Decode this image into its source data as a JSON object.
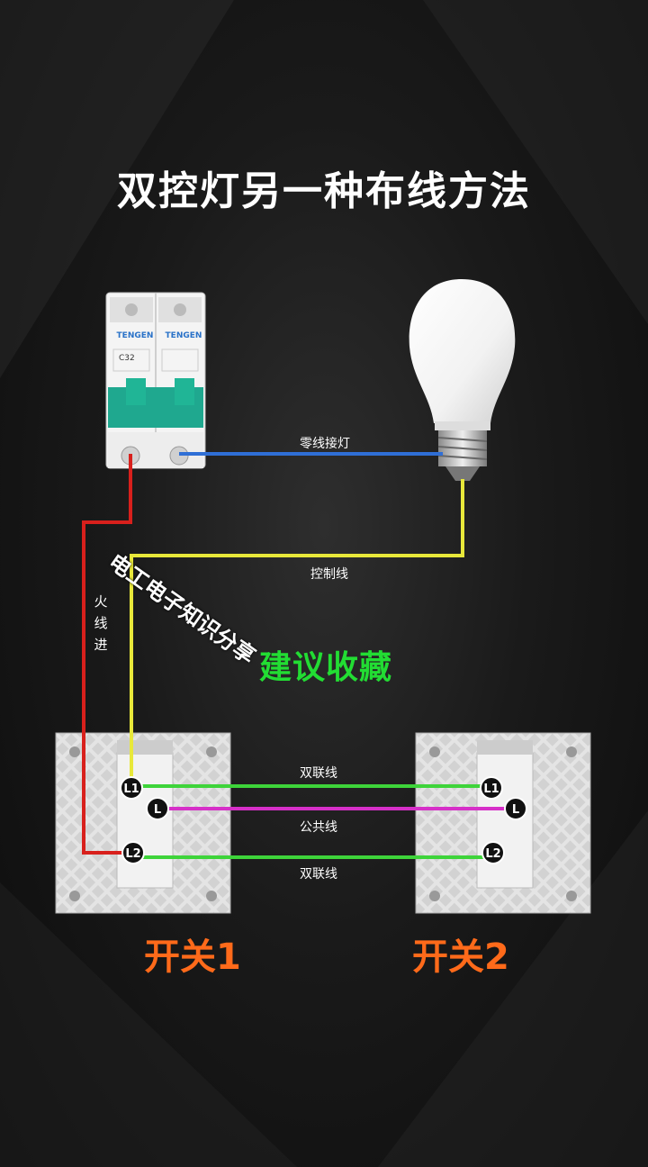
{
  "title": "双控灯另一种布线方法",
  "wire_labels": {
    "neutral": "零线接灯",
    "control": "控制线",
    "live": "火线进",
    "traveler_top": "双联线",
    "common": "公共线",
    "traveler_bottom": "双联线"
  },
  "watermark": "电工电子知识分享",
  "save_hint": "建议收藏",
  "switch1": {
    "label": "开关1",
    "t_l1": "L1",
    "t_l": "L",
    "t_l2": "L2"
  },
  "switch2": {
    "label": "开关2",
    "t_l1": "L1",
    "t_l": "L",
    "t_l2": "L2"
  },
  "breaker": {
    "brand": "TENGEN",
    "rating": "C32"
  },
  "colors": {
    "neutral_wire": "#2f6fd6",
    "live_wire": "#d8201c",
    "control_wire": "#e8e83a",
    "traveler_wire": "#3ed43a",
    "common_wire": "#d62fc8",
    "breaker_handle": "#1fa88f",
    "title_text": "#ffffff",
    "hint_text": "#22dd33",
    "switch_label_text": "#ff6a1a"
  },
  "icons": [
    "circuit-breaker-icon",
    "light-bulb-icon",
    "wall-switch-icon"
  ]
}
